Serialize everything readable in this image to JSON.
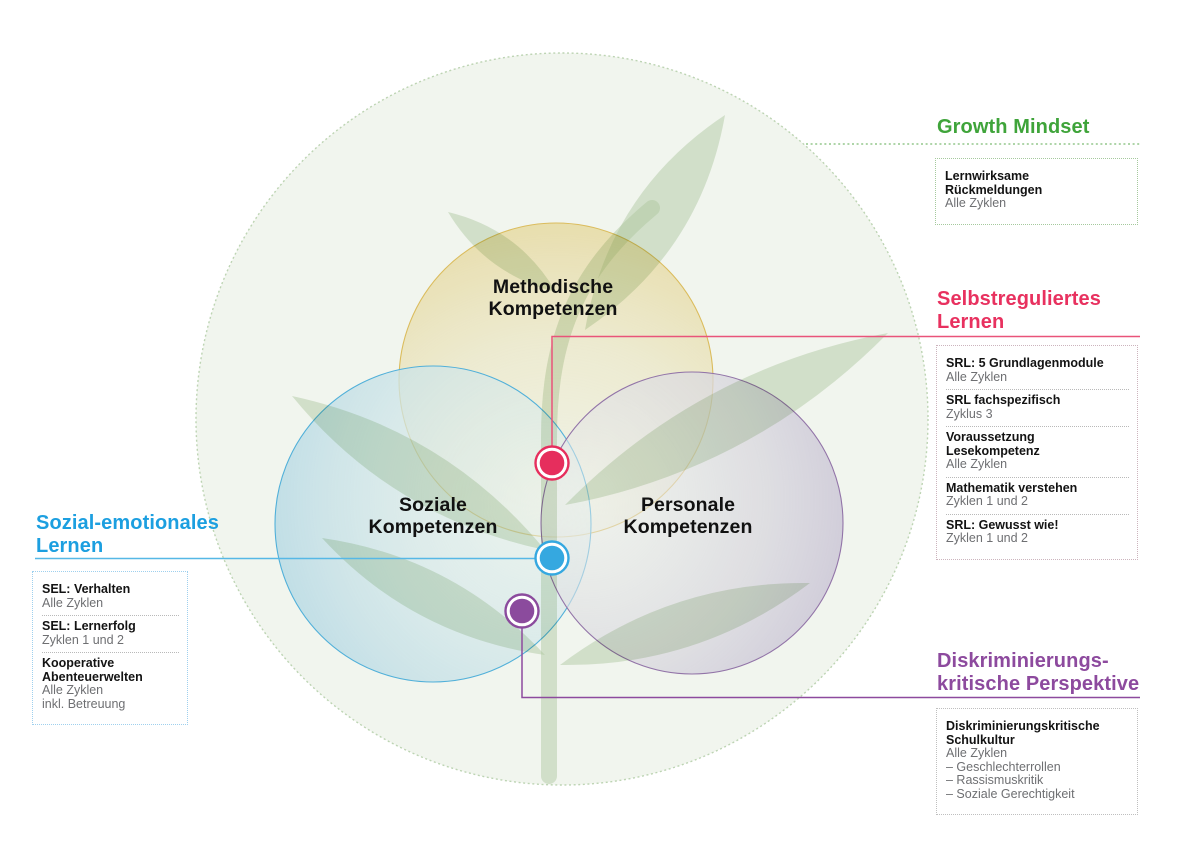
{
  "venn": {
    "methodische": {
      "line1": "Methodische",
      "line2": "Kompetenzen"
    },
    "soziale": {
      "line1": "Soziale",
      "line2": "Kompetenzen"
    },
    "personale": {
      "line1": "Personale",
      "line2": "Kompetenzen"
    }
  },
  "callouts": {
    "growth": {
      "heading": "Growth Mindset",
      "items": [
        {
          "title": "Lernwirksame Rückmeldungen",
          "subs": [
            "Alle Zyklen"
          ]
        }
      ]
    },
    "srl": {
      "heading_line1": "Selbstreguliertes",
      "heading_line2": "Lernen",
      "items": [
        {
          "title": "SRL: 5 Grundlagenmodule",
          "subs": [
            "Alle Zyklen"
          ]
        },
        {
          "title": "SRL fachspezifisch",
          "subs": [
            "Zyklus 3"
          ]
        },
        {
          "title": "Voraussetzung Lesekompetenz",
          "subs": [
            "Alle Zyklen"
          ]
        },
        {
          "title": "Mathematik verstehen",
          "subs": [
            "Zyklen 1 und 2"
          ]
        },
        {
          "title": "SRL: Gewusst wie!",
          "subs": [
            "Zyklen 1 und 2"
          ]
        }
      ]
    },
    "sel": {
      "heading_line1": "Sozial-emotionales",
      "heading_line2": "Lernen",
      "items": [
        {
          "title": "SEL: Verhalten",
          "subs": [
            "Alle Zyklen"
          ]
        },
        {
          "title": "SEL: Lernerfolg",
          "subs": [
            "Zyklen 1 und 2"
          ]
        },
        {
          "title": "Kooperative Abenteuerwelten",
          "subs": [
            "Alle Zyklen",
            "inkl. Betreuung"
          ]
        }
      ]
    },
    "disk": {
      "heading_line1": "Diskriminierungs-",
      "heading_line2": "kritische Perspektive",
      "items": [
        {
          "title": "Diskriminierungskritische Schulkultur",
          "subs": [
            "Alle Zyklen",
            "– Geschlechterrollen",
            "– Rassismuskritik",
            "– Soziale Gerechtigkeit"
          ]
        }
      ]
    }
  },
  "colors": {
    "green": "#3fa43a",
    "pink": "#e8315f",
    "blue": "#1c9fe0",
    "purple": "#8d4a9e",
    "dot_pink": "#e62e5d",
    "dot_blue": "#35a8e0",
    "dot_purple": "#8b4b9d",
    "connector_pink": "#e9547a",
    "connector_blue": "#56b8e6",
    "connector_purple": "#8d4a9e",
    "connector_green": "#94c78c",
    "outer_circle_fill": "#f1f5ee",
    "outer_circle_border": "#bdd4b3",
    "circle_yellow_border": "#e8c463",
    "circle_blue_border": "#55b7e9",
    "circle_purple_border": "#9b79b4",
    "leaf_green": "#b0cba2"
  }
}
